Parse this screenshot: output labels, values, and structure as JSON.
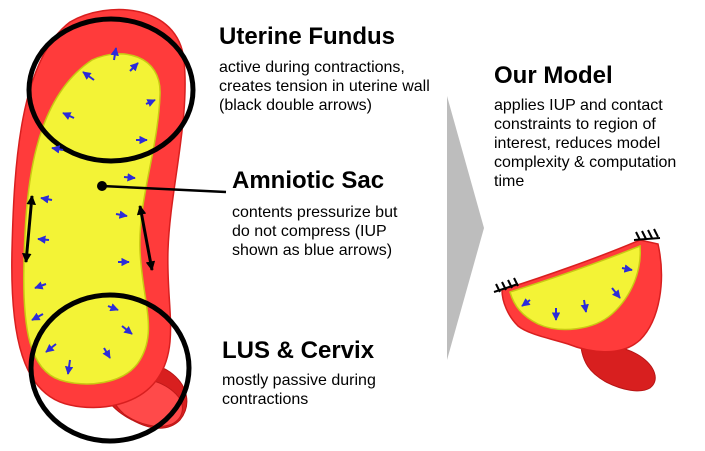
{
  "colors": {
    "wall": "#ff3b3b",
    "wall_dark": "#d81f1f",
    "sac": "#f3f336",
    "sac_edge": "#c9c912",
    "pressure_arrow": "#2b2bd9",
    "annotation": "#000000",
    "transition_arrow": "#bdbdbd"
  },
  "sections": {
    "fundus": {
      "title": "Uterine Fundus",
      "desc": "active during contractions, creates tension in uterine wall (black double arrows)"
    },
    "sac": {
      "title": "Amniotic Sac",
      "desc": "contents pressurize but do not compress (IUP shown as blue arrows)"
    },
    "cervix": {
      "title": "LUS & Cervix",
      "desc": "mostly passive during contractions"
    },
    "model": {
      "title": "Our Model",
      "desc": "applies IUP and contact constraints to region of interest, reduces model complexity & computation time"
    }
  },
  "icons": {
    "full_model": "uterus-full-model-icon",
    "reduced_model": "uterus-reduced-model-icon",
    "transition": "chevron-right-icon"
  }
}
